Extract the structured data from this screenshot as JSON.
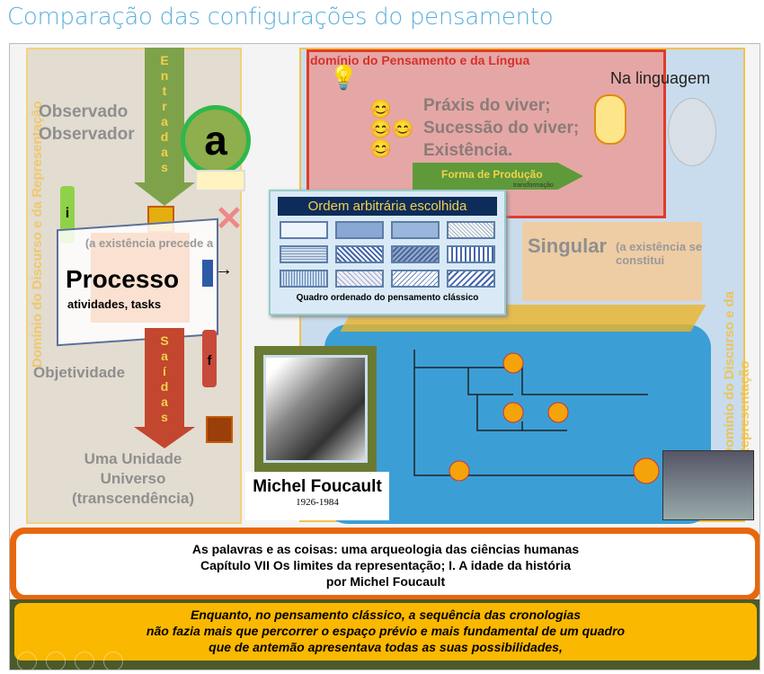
{
  "page_title": "Comparação das configurações do pensamento",
  "left_panel": {
    "vertical_label": "Domínio do Discurso e da Representação",
    "entradas": [
      "E",
      "n",
      "t",
      "r",
      "a",
      "d",
      "a",
      "s"
    ],
    "saidas": [
      "S",
      "a",
      "í",
      "d",
      "a",
      "s"
    ],
    "observado": "Observado",
    "observador": "Observador",
    "badge_a": "a",
    "tag_i": "i",
    "tag_f": "f",
    "existencia_precede": "(a existência precede a",
    "processo": "Processo",
    "atividades": "atividades, tasks",
    "objetividade": "Objetividade",
    "unidade": "Uma Unidade",
    "universo": "Universo",
    "transcendencia": "(transcendência)"
  },
  "right_panel": {
    "dominio_pensamento": "domínio do Pensamento e da Língua",
    "na_linguagem": "Na linguagem",
    "praxis": "Práxis do viver;",
    "sucessao": "Sucessão do viver;",
    "existencia": "Existência.",
    "forma_producao": "Forma de Produção",
    "transformacao": "transformação",
    "singular": "Singular",
    "existencia_constitui": "(a existência se constitui",
    "vertical_label": "Domínio do Discurso e da Representação"
  },
  "quadro": {
    "header": "Ordem arbitrária escolhida",
    "caption": "Quadro ordenado do pensamento clássico"
  },
  "portrait": {
    "name": "Michel Foucault",
    "years": "1926-1984"
  },
  "book_box": {
    "line1": "As palavras e as coisas: uma arqueologia das ciências humanas",
    "line2": "Capítulo VII Os limites da representação; I. A idade da história",
    "line3": "por Michel Foucault"
  },
  "quote": {
    "line1": "Enquanto, no pensamento clássico, a sequência das cronologias",
    "line2": "não fazia mais que percorrer o espaço prévio e mais fundamental de um quadro",
    "line3": "que de antemão apresentava todas as suas possibilidades,"
  },
  "colors": {
    "title": "#5aaedc",
    "orange": "#e8670e",
    "yellow": "#fbb800",
    "green_dark": "#4a5a2a",
    "blue_area": "#3b9fd6"
  }
}
